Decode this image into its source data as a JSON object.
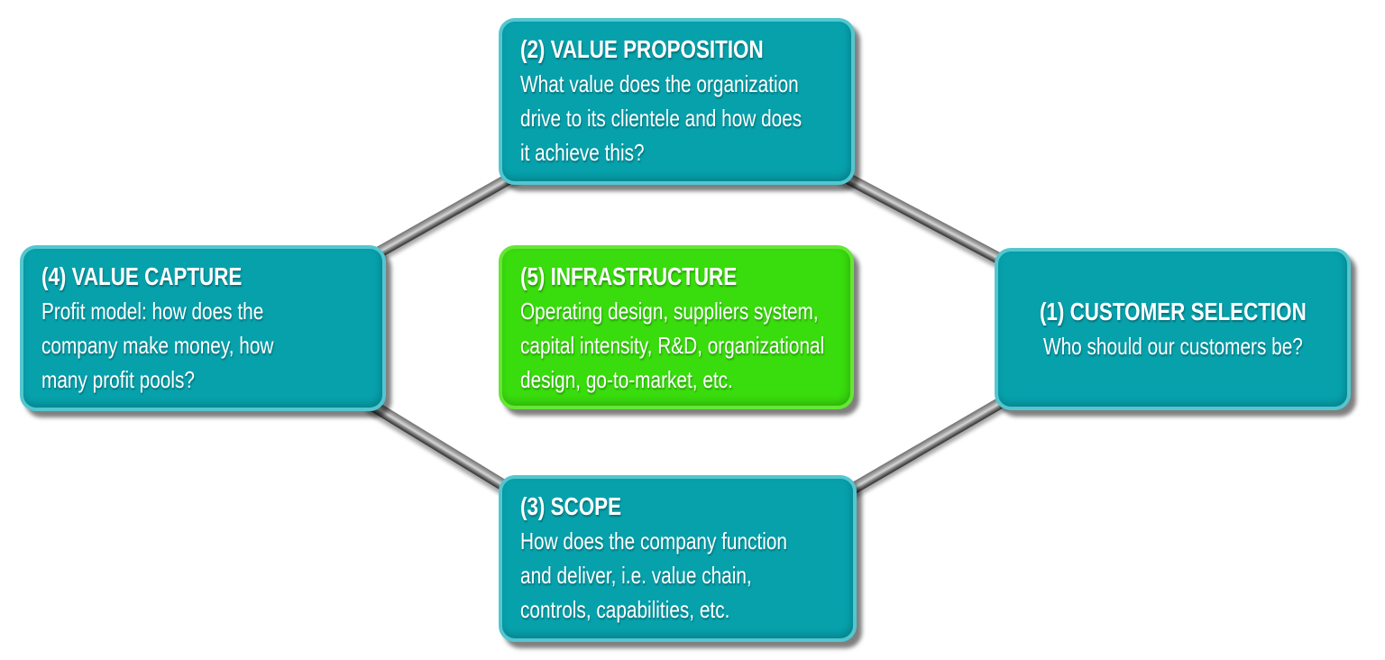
{
  "diagram": {
    "colors": {
      "teal_fill": "#07A1AC",
      "teal_border": "#54C6CF",
      "green_fill": "#39DC0D",
      "green_border": "#66E636",
      "connector_gray": "#A8A8A8",
      "text": "#FFFFFF",
      "background": "#FFFFFF"
    },
    "nodes": {
      "top": {
        "title": "(2) VALUE PROPOSITION",
        "lines": [
          "What value does the organization",
          "drive to its clientele and how does",
          "it achieve this?"
        ]
      },
      "left": {
        "title": "(4) VALUE CAPTURE",
        "lines": [
          "Profit model: how does the",
          "company make money, how",
          "many profit pools?"
        ]
      },
      "center": {
        "title": "(5) INFRASTRUCTURE",
        "lines": [
          "Operating design, suppliers system,",
          "capital intensity, R&D, organizational",
          "design, go-to-market, etc."
        ]
      },
      "right": {
        "title": "(1) CUSTOMER SELECTION",
        "lines": [
          "Who should our customers be?"
        ]
      },
      "bottom": {
        "title": "(3) SCOPE",
        "lines": [
          "How does the company function",
          "and deliver, i.e. value chain,",
          "controls, capabilities, etc."
        ]
      }
    }
  }
}
